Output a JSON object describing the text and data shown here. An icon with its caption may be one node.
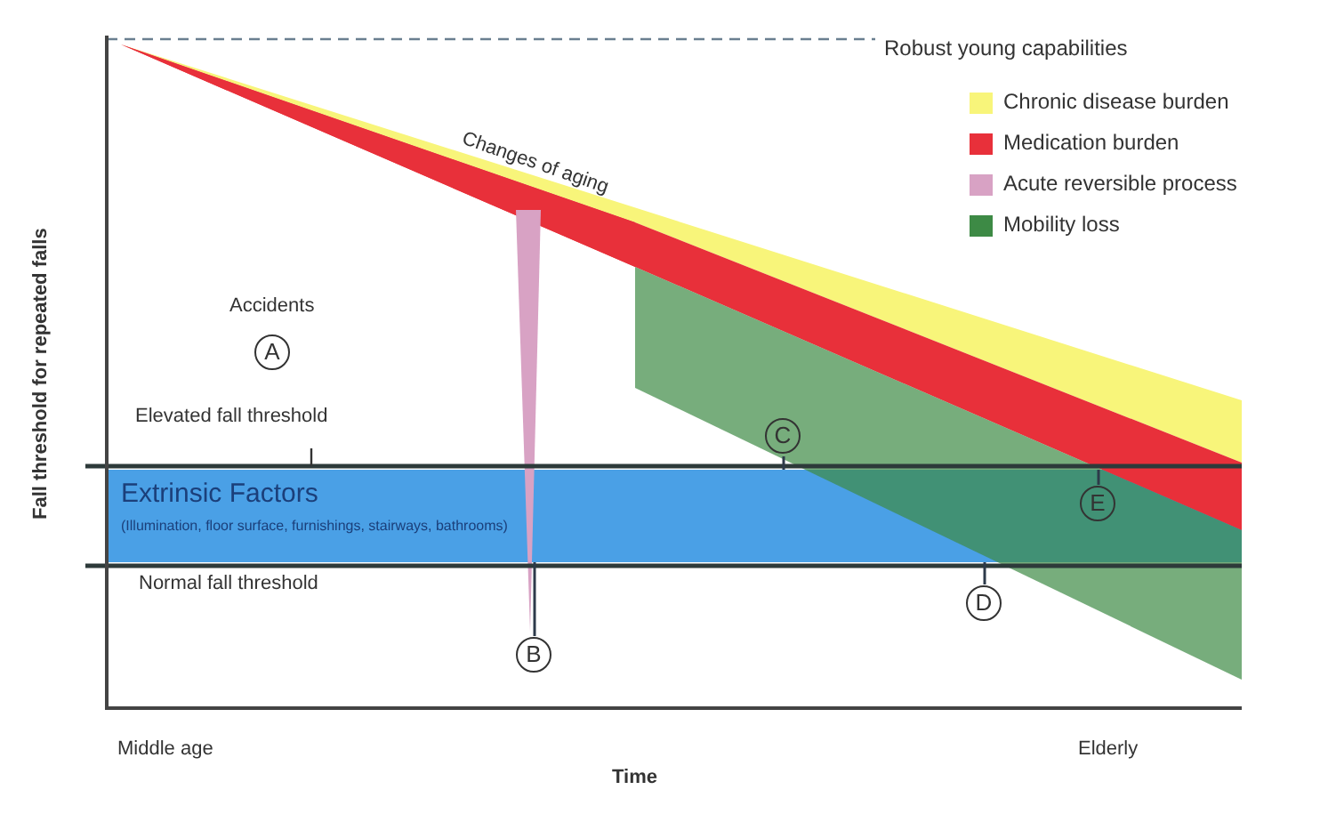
{
  "diagram": {
    "nodes": [
      {
        "text": [
          "Extrinsic Factors",
          "(Illumination, floor surface, furnishings, stairways, bathrooms)"
        ]
      },
      {
        "text": [
          "A"
        ]
      },
      {
        "text": [
          "B"
        ]
      },
      {
        "text": [
          "C"
        ]
      },
      {
        "text": [
          "D"
        ]
      },
      {
        "text": [
          "E"
        ],
        "in": 0
      }
    ],
    "edges": [
      {
        "from": 2,
        "to": 0,
        "arrow": "none"
      },
      {
        "from": 3,
        "to": 0,
        "arrow": "none"
      },
      {
        "from": 4,
        "to": 0,
        "arrow": "none"
      },
      {
        "from": 5,
        "to": 0,
        "arrow": "none"
      }
    ],
    "labels": [
      "Changes of aging",
      "Accidents",
      "Elevated fall threshold",
      "Normal fall threshold",
      "Fall threshold for repeated falls",
      "Middle age",
      "Time",
      "Elderly"
    ],
    "legend": [
      {
        "text": "Robust young capabilities"
      },
      {
        "text": "Chronic disease burden",
        "color": "#f8f57a"
      },
      {
        "text": "Medication burden",
        "color": "#e8303a"
      },
      {
        "text": "Acute reversible process",
        "color": "#d8a2c4"
      },
      {
        "text": "Mobility loss",
        "color": "#3d8a45"
      }
    ]
  }
}
